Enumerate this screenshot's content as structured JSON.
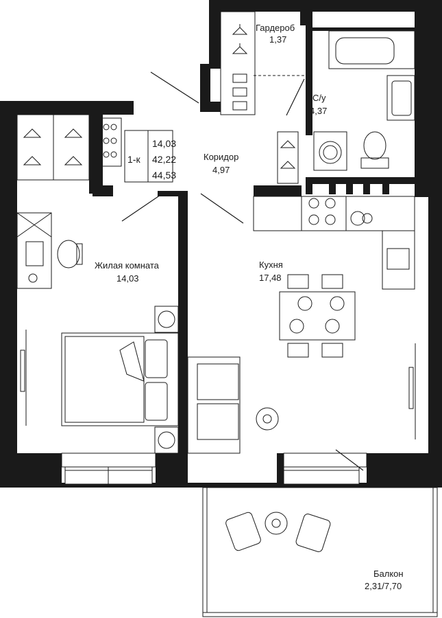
{
  "colors": {
    "wall": "#1a1a1a",
    "background": "#ffffff"
  },
  "summary": {
    "type": "1-к",
    "living_area": "14,03",
    "total_area": "42,22",
    "total_with_balcony": "44,53"
  },
  "rooms": {
    "wardrobe": {
      "name": "Гардероб",
      "area": "1,37"
    },
    "bathroom": {
      "name": "С/у",
      "area": "4,37"
    },
    "corridor": {
      "name": "Коридор",
      "area": "4,97"
    },
    "living": {
      "name": "Жилая комната",
      "area": "14,03"
    },
    "kitchen": {
      "name": "Кухня",
      "area": "17,48"
    },
    "balcony": {
      "name": "Балкон",
      "area": "2,31/7,70"
    }
  },
  "icons": [
    "hanger-icon",
    "shoe-icon",
    "bathtub-icon",
    "sink-icon",
    "toilet-icon",
    "washing-machine-icon",
    "stove-icon",
    "bed-icon",
    "desk-icon",
    "chair-icon",
    "armchair-icon",
    "plant-icon",
    "table-icon",
    "door-icon"
  ]
}
